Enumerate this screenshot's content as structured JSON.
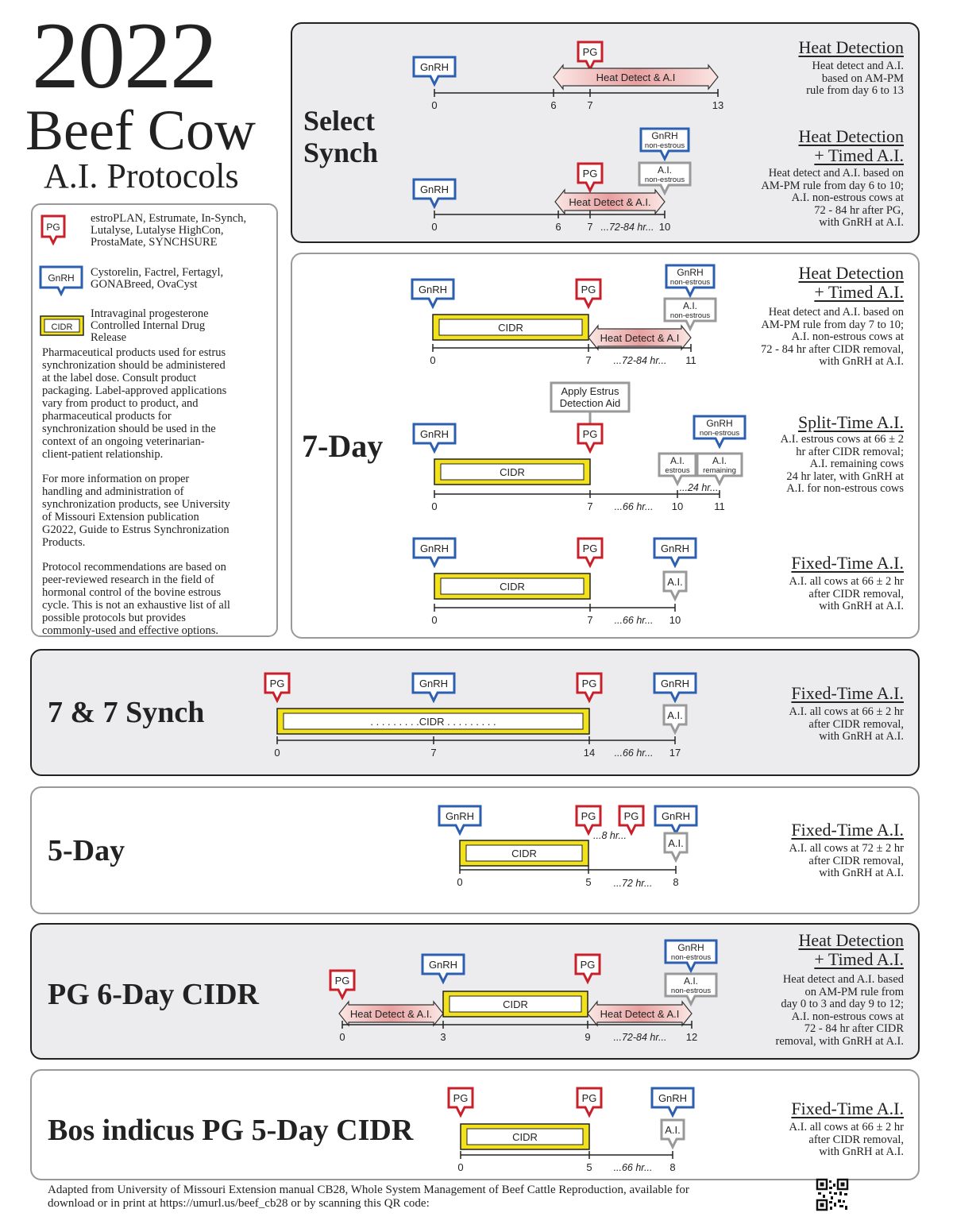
{
  "header": {
    "year": "2022",
    "line1": "Beef Cow",
    "line2": "A.I. Protocols"
  },
  "labels": {
    "gnrh": "GnRH",
    "pg": "PG",
    "cidr": "CIDR",
    "ai": "A.I.",
    "non_estrous": "non-estrous",
    "estrous": "estrous",
    "remaining": "remaining",
    "heat_detect": "Heat Detect & A.I",
    "heat_detect_dot": "Heat Detect & A.I.",
    "apply_line1": "Apply Estrus",
    "apply_line2": "Detection Aid",
    "cidr_dotted": ". . . . . . . . .CIDR . . . . . . . . ."
  },
  "legend": {
    "pg_text": [
      "estroPLAN, Estrumate, In-Synch,",
      "Lutalyse, Lutalyse HighCon,",
      "ProstaMate, SYNCHSURE"
    ],
    "gnrh_text": [
      "Cystorelin, Factrel, Fertagyl,",
      "GONABreed, OvaCyst"
    ],
    "cidr_text": [
      "Intravaginal progesterone",
      "Controlled Internal Drug",
      "Release"
    ],
    "para1": [
      "Pharmaceutical products used for estrus",
      "synchronization should be administered",
      "at the label dose. Consult product",
      "packaging. Label-approved applications",
      "vary from product to product, and",
      "pharmaceutical products for",
      "synchronization should be used in the",
      "context of an ongoing veterinarian-",
      "client-patient relationship."
    ],
    "para2": [
      "For more information on proper",
      "handling and administration of",
      "synchronization products, see University",
      "of Missouri Extension publication",
      "G2022, Guide to Estrus Synchronization",
      "Products."
    ],
    "para3": [
      "Protocol recommendations are based on",
      "peer-reviewed research in the field of",
      "hormonal control of the bovine estrous",
      "cycle. This is not an exhaustive list of all",
      "possible protocols but provides",
      "commonly-used and effective options."
    ]
  },
  "protocols": {
    "select_synch": {
      "name": [
        "Select",
        "Synch"
      ],
      "hd": {
        "title": "Heat Detection",
        "desc": [
          "Heat detect and A.I.",
          "based on AM-PM",
          "rule from day 6 to 13"
        ],
        "ticks": [
          "0",
          "6",
          "7",
          "13"
        ]
      },
      "hdtai": {
        "title": [
          "Heat Detection",
          "+ Timed A.I."
        ],
        "desc": [
          "Heat detect and A.I. based on",
          "AM-PM rule from day 6 to 10;",
          "A.I. non-estrous cows at",
          "72 - 84 hr after PG,",
          "with GnRH at A.I."
        ],
        "ticks": [
          "0",
          "6",
          "7",
          "10"
        ],
        "interval": "...72-84 hr..."
      }
    },
    "seven_day": {
      "name": "7-Day",
      "hdtai": {
        "title": [
          "Heat Detection",
          "+ Timed A.I."
        ],
        "desc": [
          "Heat detect and A.I. based on",
          "AM-PM rule from day 7 to 10;",
          "A.I. non-estrous cows at",
          "72 - 84 hr after CIDR removal,",
          "with GnRH at A.I."
        ],
        "ticks": [
          "0",
          "7",
          "11"
        ],
        "interval": "...72-84 hr..."
      },
      "split": {
        "title": "Split-Time A.I.",
        "desc": [
          "A.I. estrous cows at 66 ± 2",
          "hr after CIDR removal;",
          "A.I. remaining cows",
          "24 hr later, with GnRH at",
          "A.I. for non-estrous cows"
        ],
        "ticks": [
          "0",
          "7",
          "10",
          "11"
        ],
        "interval": "...66 hr...",
        "interval2": "...24 hr..."
      },
      "ftai": {
        "title": "Fixed-Time A.I.",
        "desc": [
          "A.I. all cows at 66 ± 2 hr",
          "after CIDR removal,",
          "with GnRH at A.I."
        ],
        "ticks": [
          "0",
          "7",
          "10"
        ],
        "interval": "...66 hr..."
      }
    },
    "seven_seven": {
      "name": "7 & 7 Synch",
      "title": "Fixed-Time A.I.",
      "desc": [
        "A.I. all cows at 66 ± 2 hr",
        "after CIDR removal,",
        "with GnRH at A.I."
      ],
      "ticks": [
        "0",
        "7",
        "14",
        "17"
      ],
      "interval": "...66 hr..."
    },
    "five_day": {
      "name": "5-Day",
      "title": "Fixed-Time A.I.",
      "desc": [
        "A.I. all cows at 72 ± 2 hr",
        "after CIDR removal,",
        "with GnRH at A.I."
      ],
      "ticks": [
        "0",
        "5",
        "8"
      ],
      "interval": "...72 hr...",
      "interval_pg": "...8 hr..."
    },
    "pg6": {
      "name": "PG 6-Day CIDR",
      "title": [
        "Heat Detection",
        "+ Timed A.I."
      ],
      "desc": [
        "Heat detect and A.I. based",
        "on AM-PM rule from",
        "day 0 to 3 and day 9 to 12;",
        "A.I. non-estrous cows at",
        "72 - 84 hr after CIDR",
        "removal, with GnRH at A.I."
      ],
      "ticks": [
        "0",
        "3",
        "9",
        "12"
      ],
      "interval": "...72-84 hr..."
    },
    "bos": {
      "name": "Bos indicus PG 5-Day CIDR",
      "title": "Fixed-Time A.I.",
      "desc": [
        "A.I. all cows at 66 ± 2 hr",
        "after CIDR removal,",
        "with GnRH at A.I."
      ],
      "ticks": [
        "0",
        "5",
        "8"
      ],
      "interval": "...66 hr..."
    }
  },
  "footer": [
    "Adapted from University of Missouri Extension manual CB28, Whole System Management of Beef Cattle Reproduction, available for",
    "download or in print at https://umurl.us/beef_cb28 or by scanning this QR code:"
  ],
  "colors": {
    "pg": "#c8202a",
    "gnrh": "#2c5fb0",
    "ai": "#999999",
    "cidr": "#f2e21c",
    "heat": "#e8a0a0"
  }
}
